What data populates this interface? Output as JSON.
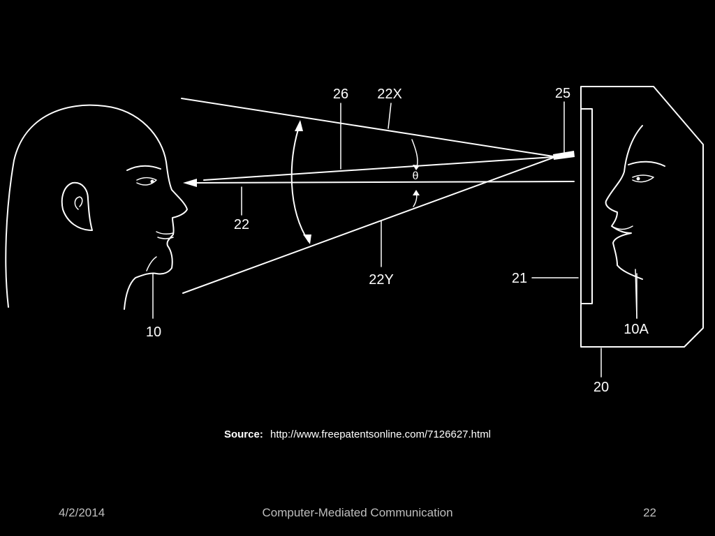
{
  "figure": {
    "labels": {
      "n26": "26",
      "n22x": "22X",
      "n25": "25",
      "theta": "θ",
      "n22": "22",
      "n22y": "22Y",
      "n21": "21",
      "n10": "10",
      "n10a": "10A",
      "n20": "20"
    }
  },
  "source": {
    "label": "Source:",
    "url": "http://www.freepatentsonline.com/7126627.html"
  },
  "footer": {
    "date": "4/2/2014",
    "title": "Computer-Mediated Communication",
    "page": "22"
  },
  "colors": {
    "background": "#000000",
    "foreground": "#ffffff",
    "footer_text": "#bfbfbf"
  }
}
